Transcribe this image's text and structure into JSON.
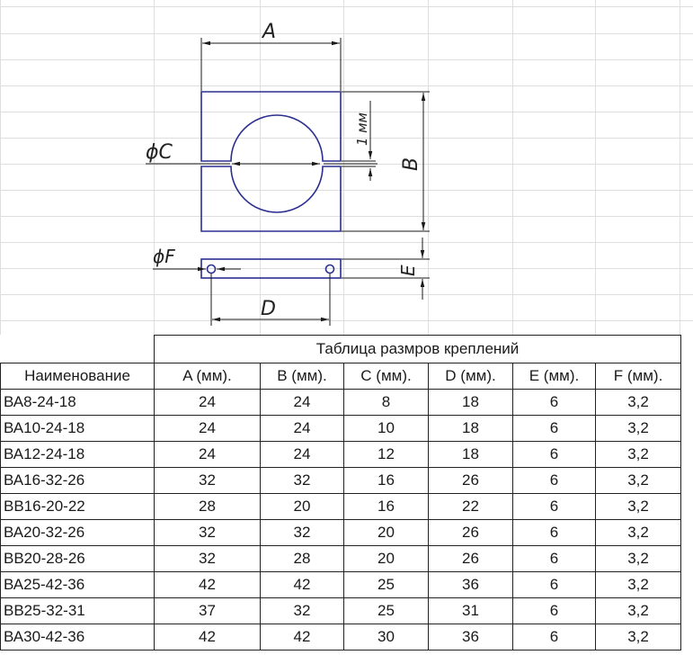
{
  "drawing": {
    "labels": {
      "a": "A",
      "b": "B",
      "c": "ϕC",
      "d": "D",
      "e": "E",
      "f": "ϕF",
      "gap": "1 мм"
    },
    "colors": {
      "outline": "#2b2f8f",
      "dimension": "#1a1a1a"
    }
  },
  "table": {
    "title": "Таблица размров креплений",
    "headers": [
      "Наименование",
      "A (мм).",
      "B (мм).",
      "C (мм).",
      "D (мм).",
      "E (мм).",
      "F (мм)."
    ],
    "rows": [
      [
        "ВА8-24-18",
        "24",
        "24",
        "8",
        "18",
        "6",
        "3,2"
      ],
      [
        "ВА10-24-18",
        "24",
        "24",
        "10",
        "18",
        "6",
        "3,2"
      ],
      [
        "ВА12-24-18",
        "24",
        "24",
        "12",
        "18",
        "6",
        "3,2"
      ],
      [
        "ВА16-32-26",
        "32",
        "32",
        "16",
        "26",
        "6",
        "3,2"
      ],
      [
        "ВВ16-20-22",
        "28",
        "20",
        "16",
        "22",
        "6",
        "3,2"
      ],
      [
        "ВА20-32-26",
        "32",
        "32",
        "20",
        "26",
        "6",
        "3,2"
      ],
      [
        "ВВ20-28-26",
        "32",
        "28",
        "20",
        "26",
        "6",
        "3,2"
      ],
      [
        "ВА25-42-36",
        "42",
        "42",
        "25",
        "36",
        "6",
        "3,2"
      ],
      [
        "ВВ25-32-31",
        "37",
        "32",
        "25",
        "31",
        "6",
        "3,2"
      ],
      [
        "ВА30-42-36",
        "42",
        "42",
        "30",
        "36",
        "6",
        "3,2"
      ]
    ]
  }
}
